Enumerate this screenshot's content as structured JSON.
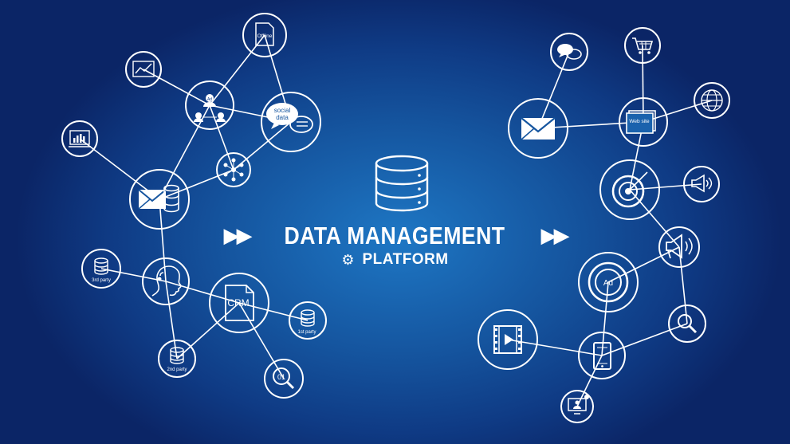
{
  "title": "DATA MANAGEMENT",
  "subtitle": "PLATFORM",
  "arrows": "▶▶",
  "gear": "⚙",
  "labels": {
    "offline": "Offline",
    "social_top": "social",
    "social_bottom": "data",
    "ad": "Ad",
    "crm": "CRM",
    "third_party": "3rd party",
    "first_party": "1st party",
    "second_party": "2nd party",
    "binary": "01",
    "website": "Web site",
    "ad_target": "Ad"
  },
  "icons": {
    "center": "database-icon",
    "left": [
      "document-offline-icon",
      "line-chart-icon",
      "ad-network-icon",
      "social-data-icon",
      "bar-chart-icon",
      "email-database-icon",
      "network-icon",
      "third-party-database-icon",
      "person-profile-icon",
      "crm-document-icon",
      "first-party-database-icon",
      "second-party-database-icon",
      "binary-search-icon"
    ],
    "right": [
      "chat-icon",
      "shopping-cart-icon",
      "email-icon",
      "website-icon",
      "globe-icon",
      "target-icon",
      "megaphone-small-icon",
      "megaphone-icon",
      "ad-target-icon",
      "search-icon",
      "video-icon",
      "tablet-icon",
      "monitor-user-icon"
    ]
  },
  "colors": {
    "line": "#ffffff",
    "background_center": "#1e77c4",
    "background_edge": "#0b2566"
  }
}
